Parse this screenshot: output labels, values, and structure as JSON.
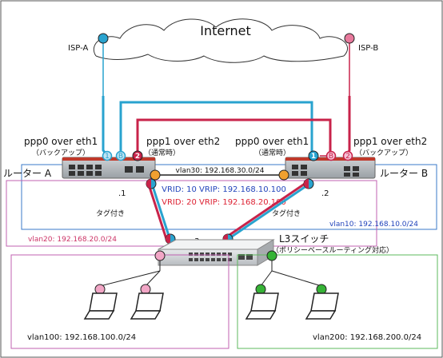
{
  "internet": {
    "label": "Internet"
  },
  "isp": {
    "a": "ISP-A",
    "b": "ISP-B"
  },
  "router_a": {
    "name": "ルーター A",
    "iface1_title": "ppp0 over eth1",
    "iface1_sub": "（バックアップ）",
    "iface2_title": "ppp1 over eth2",
    "iface2_sub": "（通常時）",
    "addr": ".1",
    "port1": "1",
    "port2": "B",
    "port3": "2"
  },
  "router_b": {
    "name": "ルーター B",
    "iface1_title": "ppp0 over eth1",
    "iface1_sub": "（通常時）",
    "iface2_title": "ppp1 over eth2",
    "iface2_sub": "（バックアップ）",
    "addr": ".2",
    "port1": "1",
    "port2": "B",
    "port3": "2"
  },
  "vlans": {
    "vlan30": "vlan30: 192.168.30.0/24",
    "vlan10": "vlan10: 192.168.10.0/24",
    "vlan20": "vlan20: 192.168.20.0/24",
    "vlan100": "vlan100: 192.168.100.0/24",
    "vlan200": "vlan200: 192.168.200.0/24"
  },
  "vrrp": {
    "line1": "VRID: 10 VRIP: 192.168.10.100",
    "line2": "VRID: 20 VRIP: 192.168.20.100"
  },
  "tagged": {
    "left": "タグ付き",
    "right": "タグ付き"
  },
  "l3switch": {
    "name": "L3スイッチ",
    "sub": "（ポリシーベースルーティング対応）",
    "addr": ".3"
  },
  "colors": {
    "blue": "#29a3cf",
    "red": "#c8234a",
    "orange": "#f0a030",
    "pink_node": "#f2a6c6",
    "green_node": "#36b336",
    "vlan10_border": "#3a78c8",
    "vlan20_border": "#c060b0",
    "vlan200_border": "#5cb85c"
  }
}
